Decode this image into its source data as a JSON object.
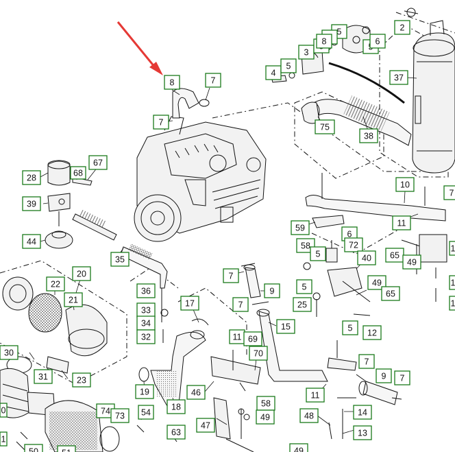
{
  "title": "",
  "colors": {
    "label_border": "#1a7a1a",
    "arrow": "#e53935",
    "line": "#111111",
    "background": "#ffffff"
  },
  "labels": [
    {
      "id": "l2",
      "text": "2"
    },
    {
      "id": "l3",
      "text": "3"
    },
    {
      "id": "l4",
      "text": "4"
    },
    {
      "id": "l5a",
      "text": "5"
    },
    {
      "id": "l5b",
      "text": "5"
    },
    {
      "id": "l5c",
      "text": "5"
    },
    {
      "id": "l5d",
      "text": "5"
    },
    {
      "id": "l6a",
      "text": "6"
    },
    {
      "id": "l6b",
      "text": "6"
    },
    {
      "id": "l8a",
      "text": "8"
    },
    {
      "id": "l37",
      "text": "37"
    },
    {
      "id": "l8",
      "text": "8"
    },
    {
      "id": "l7a",
      "text": "7"
    },
    {
      "id": "l7b",
      "text": "7"
    },
    {
      "id": "l75",
      "text": "75"
    },
    {
      "id": "l38",
      "text": "38"
    },
    {
      "id": "l28",
      "text": "28"
    },
    {
      "id": "l68",
      "text": "68"
    },
    {
      "id": "l67",
      "text": "67"
    },
    {
      "id": "l39",
      "text": "39"
    },
    {
      "id": "l44",
      "text": "44"
    },
    {
      "id": "l35",
      "text": "35"
    },
    {
      "id": "l10",
      "text": "10"
    },
    {
      "id": "l7c",
      "text": "7"
    },
    {
      "id": "l59",
      "text": "59"
    },
    {
      "id": "l11a",
      "text": "11"
    },
    {
      "id": "l6c",
      "text": "6"
    },
    {
      "id": "l72",
      "text": "72"
    },
    {
      "id": "l58a",
      "text": "58"
    },
    {
      "id": "l5e",
      "text": "5"
    },
    {
      "id": "l65a",
      "text": "65"
    },
    {
      "id": "l49a",
      "text": "49"
    },
    {
      "id": "l40",
      "text": "40"
    },
    {
      "id": "l7d",
      "text": "7"
    },
    {
      "id": "l9a",
      "text": "9"
    },
    {
      "id": "l5f",
      "text": "5"
    },
    {
      "id": "l25",
      "text": "25"
    },
    {
      "id": "l49b",
      "text": "49"
    },
    {
      "id": "l65b",
      "text": "65"
    },
    {
      "id": "l20",
      "text": "20"
    },
    {
      "id": "l22",
      "text": "22"
    },
    {
      "id": "l21",
      "text": "21"
    },
    {
      "id": "l36",
      "text": "36"
    },
    {
      "id": "l33",
      "text": "33"
    },
    {
      "id": "l34",
      "text": "34"
    },
    {
      "id": "l32",
      "text": "32"
    },
    {
      "id": "l17",
      "text": "17"
    },
    {
      "id": "l7e",
      "text": "7"
    },
    {
      "id": "l15",
      "text": "15"
    },
    {
      "id": "l5g",
      "text": "5"
    },
    {
      "id": "l12",
      "text": "12"
    },
    {
      "id": "l30",
      "text": "30"
    },
    {
      "id": "l31",
      "text": "31"
    },
    {
      "id": "l23",
      "text": "23"
    },
    {
      "id": "l19",
      "text": "19"
    },
    {
      "id": "l18",
      "text": "18"
    },
    {
      "id": "l46",
      "text": "46"
    },
    {
      "id": "l11b",
      "text": "11"
    },
    {
      "id": "l69",
      "text": "69"
    },
    {
      "id": "l70",
      "text": "70"
    },
    {
      "id": "l11c",
      "text": "11"
    },
    {
      "id": "l7f",
      "text": "7"
    },
    {
      "id": "l9b",
      "text": "9"
    },
    {
      "id": "l7g",
      "text": "7"
    },
    {
      "id": "l74",
      "text": "74"
    },
    {
      "id": "l73",
      "text": "73"
    },
    {
      "id": "l54",
      "text": "54"
    },
    {
      "id": "l58b",
      "text": "58"
    },
    {
      "id": "l49c",
      "text": "49"
    },
    {
      "id": "l47",
      "text": "47"
    },
    {
      "id": "l48",
      "text": "48"
    },
    {
      "id": "l14",
      "text": "14"
    },
    {
      "id": "l13",
      "text": "13"
    },
    {
      "id": "l63",
      "text": "63"
    },
    {
      "id": "l50",
      "text": "50"
    },
    {
      "id": "l51",
      "text": "51"
    },
    {
      "id": "l49d",
      "text": "49"
    },
    {
      "id": "l0",
      "text": "0"
    },
    {
      "id": "l1a",
      "text": "1"
    },
    {
      "id": "l1b",
      "text": "1"
    },
    {
      "id": "l1c",
      "text": "1"
    },
    {
      "id": "l1d",
      "text": "1"
    }
  ]
}
